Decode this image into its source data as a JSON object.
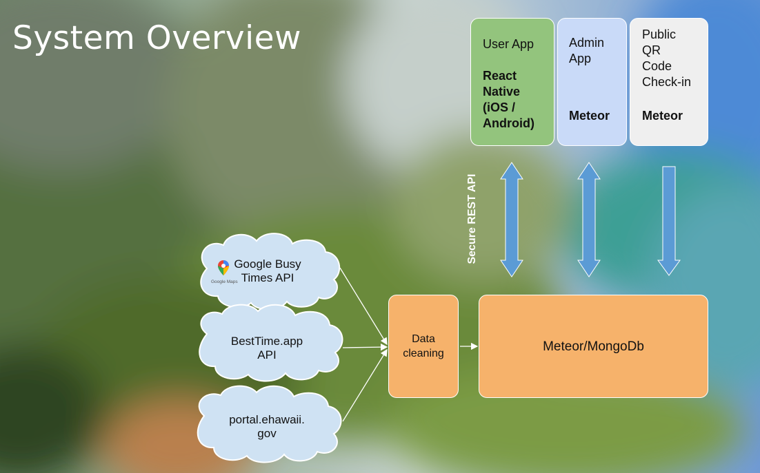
{
  "title": "System Overview",
  "clients": {
    "user_app": {
      "name": "User App",
      "tech_lines": [
        "React",
        "Native",
        "(iOS /",
        "Android)"
      ]
    },
    "admin_app": {
      "name_lines": [
        "Admin",
        "App"
      ],
      "tech": "Meteor"
    },
    "public_app": {
      "name_lines": [
        "Public",
        "QR",
        "Code",
        "Check-in"
      ],
      "tech": "Meteor"
    }
  },
  "api_label": "Secure REST API",
  "sources": {
    "google": {
      "lines": [
        "Google Busy",
        "Times API"
      ],
      "logo_text": "Google Maps"
    },
    "besttime": {
      "lines": [
        "BestTime.app",
        "API"
      ]
    },
    "ehawaii": {
      "lines": [
        "portal.ehawaii.",
        "gov"
      ]
    }
  },
  "processing": {
    "lines": [
      "Data",
      "cleaning"
    ]
  },
  "database": {
    "label": "Meteor/MongoDb"
  },
  "colors": {
    "user_app": "#93c47d",
    "admin_app": "#c9daf8",
    "public_app": "#efefef",
    "orange": "#f6b26b",
    "cloud": "#cfe2f3",
    "arrow": "#5b9bd5"
  }
}
